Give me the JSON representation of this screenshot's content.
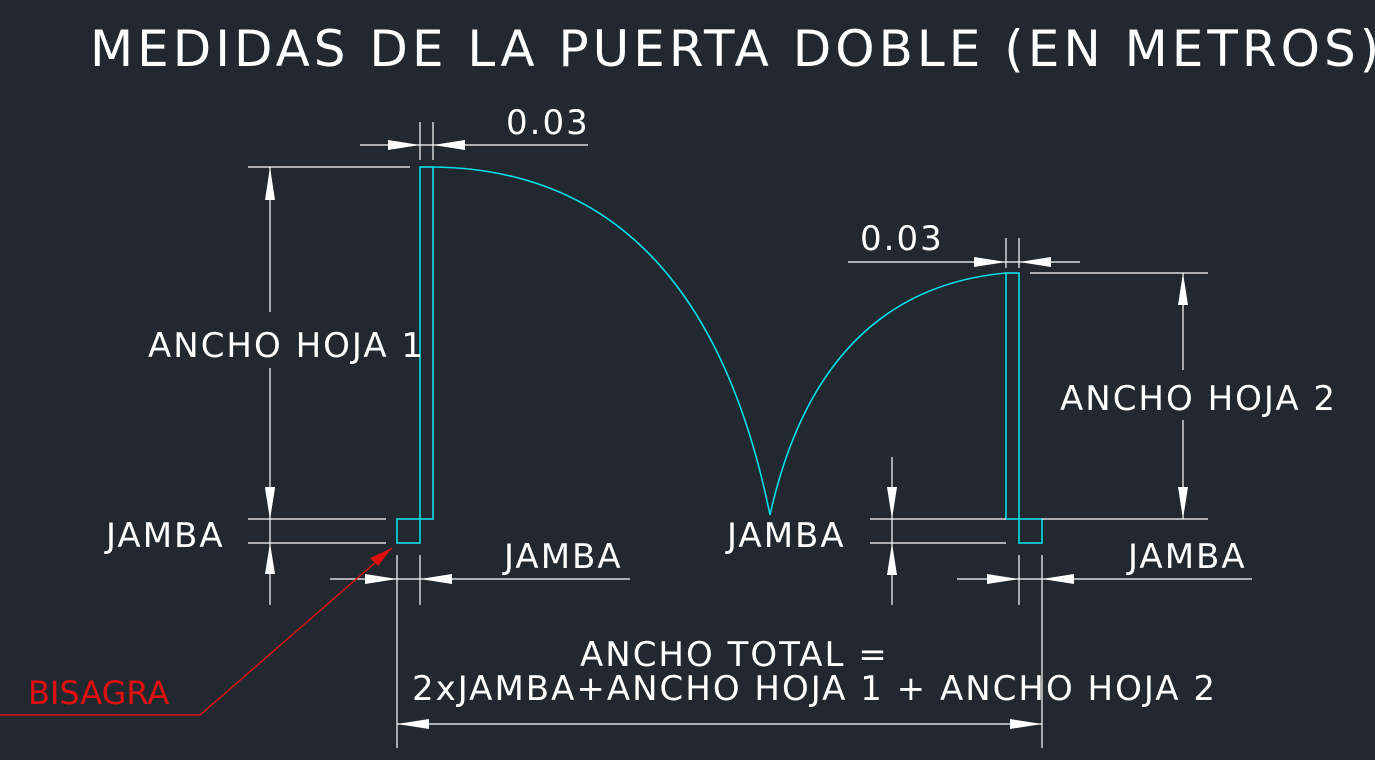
{
  "title": "MEDIDAS DE LA PUERTA DOBLE (EN METROS)",
  "labels": {
    "gap_left": "0.03",
    "gap_right": "0.03",
    "leaf1": "ANCHO HOJA 1",
    "leaf2": "ANCHO HOJA 2",
    "jamba_left_v": "JAMBA",
    "jamba_left_h": "JAMBA",
    "jamba_mid_v": "JAMBA",
    "jamba_right_h": "JAMBA",
    "total_line1": "ANCHO TOTAL =",
    "total_line2": "2xJAMBA+ANCHO HOJA 1 + ANCHO HOJA 2",
    "hinge": "BISAGRA"
  },
  "colors": {
    "background": "#212830",
    "dimension_lines": "#ffffff",
    "door_geometry": "#00e0e8",
    "hinge_callout": "#e01010"
  }
}
